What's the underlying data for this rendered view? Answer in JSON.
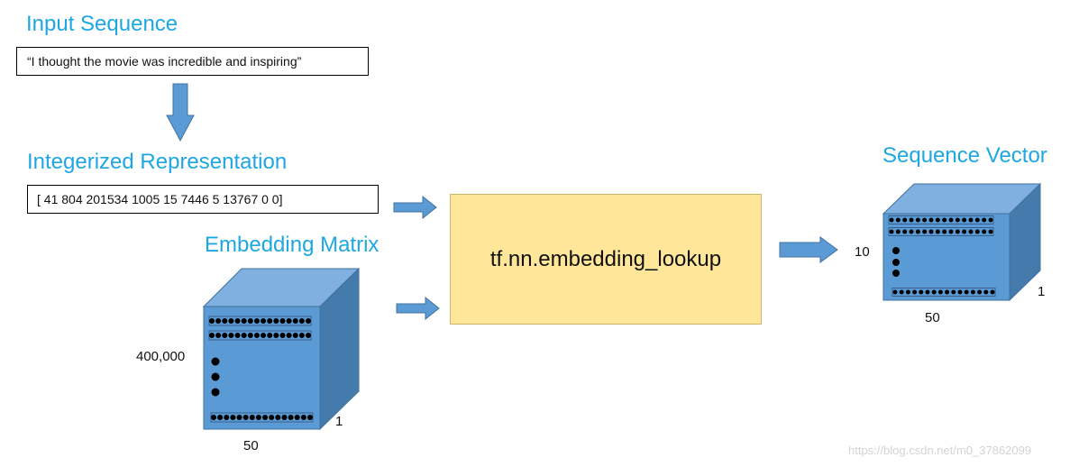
{
  "input": {
    "heading": "Input Sequence",
    "sentence": "“I thought the movie was incredible and inspiring”"
  },
  "integerized": {
    "heading": "Integerized Representation",
    "ids": "[ 41   804   201534   1005   15   7446   5   13767   0   0]"
  },
  "embedding_matrix": {
    "heading": "Embedding Matrix",
    "rows": "400,000",
    "cols": "50",
    "depth": "1"
  },
  "lookup": {
    "label": "tf.nn.embedding_lookup"
  },
  "sequence_vector": {
    "heading": "Sequence Vector",
    "rows": "10",
    "cols": "50",
    "depth": "1"
  },
  "watermark": "https://blog.csdn.net/m0_37862099",
  "colors": {
    "heading": "#1ea7e1",
    "arrow": "#5b9bd5",
    "cube_front": "#5b9bd5",
    "cube_top": "#7fb0e0",
    "cube_side": "#457aad",
    "lookup_fill": "#ffe699"
  }
}
